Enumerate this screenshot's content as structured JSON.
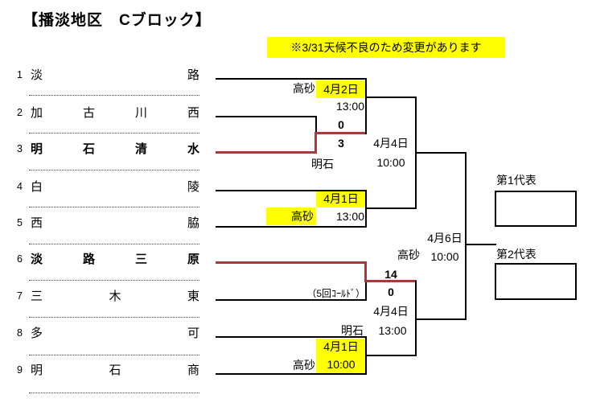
{
  "title": "【播淡地区　Cブロック】",
  "notice": "※3/31天候不良のため変更があります",
  "teams": [
    {
      "seed": "1",
      "name": "淡路"
    },
    {
      "seed": "2",
      "name": "加古川西"
    },
    {
      "seed": "3",
      "name": "明石清水"
    },
    {
      "seed": "4",
      "name": "白陵"
    },
    {
      "seed": "5",
      "name": "西脇"
    },
    {
      "seed": "6",
      "name": "淡路三原"
    },
    {
      "seed": "7",
      "name": "三木東"
    },
    {
      "seed": "8",
      "name": "多可"
    },
    {
      "seed": "9",
      "name": "明石商"
    }
  ],
  "bracket": {
    "match_2v3": {
      "top_score": "0",
      "bottom_score": "3"
    },
    "round2_top": {
      "venue": "高砂",
      "date": "4月2日",
      "time": "13:00"
    },
    "semi_top": {
      "date": "4月4日",
      "time": "10:00",
      "venue": "明石"
    },
    "match_4v5": {
      "date": "4月1日",
      "venue": "高砂",
      "time": "13:00"
    },
    "match_6v7": {
      "top_score": "14",
      "bottom_score": "0",
      "note": "（5回ｺｰﾙﾄﾞ）"
    },
    "semi_bottom": {
      "date": "4月4日",
      "venue": "明石",
      "time": "13:00"
    },
    "match_8v9": {
      "date": "4月1日",
      "venue": "高砂",
      "time": "10:00"
    },
    "final": {
      "date": "4月6日",
      "venue": "高砂",
      "time": "10:00"
    }
  },
  "qualifiers": {
    "first_label": "第1代表",
    "second_label": "第2代表"
  },
  "colors": {
    "highlight": "#FFFF00",
    "winner_line": "#A53C3C"
  }
}
